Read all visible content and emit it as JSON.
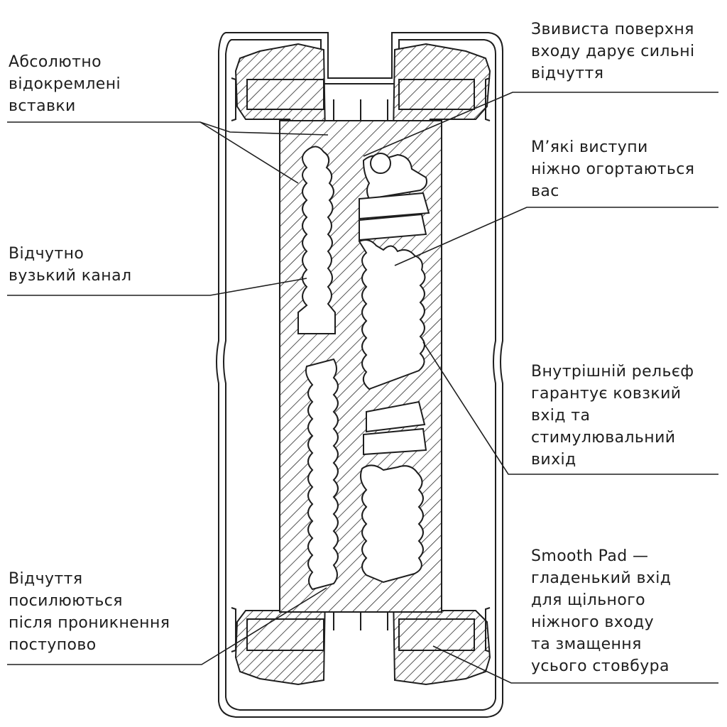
{
  "colors": {
    "stroke": "#1e1e1e",
    "hatch": "#2a2a2a",
    "background": "#ffffff"
  },
  "callouts": {
    "separate_inserts": [
      "Абсолютно",
      "відокремлені",
      "вставки"
    ],
    "narrow_channel": [
      "Відчутно",
      "вузький канал"
    ],
    "sensations_increase": [
      "Відчуття",
      "посилюються",
      "після проникнення",
      "поступово"
    ],
    "twisted_entrance": [
      "Звивиста поверхня",
      "входу дарує сильні",
      "відчуття"
    ],
    "soft_bumps": [
      "М’які виступи",
      "ніжно огортаються",
      "вас"
    ],
    "inner_relief": [
      "Внутрішній рельєф",
      "гарантує ковзкий",
      "вхід та",
      "стимулювальний",
      "вихід"
    ],
    "smooth_pad": [
      "Smooth Pad —",
      "гладенький вхід",
      "для щільного",
      "ніжного входу",
      "та змащення",
      "усього стовбура"
    ]
  }
}
